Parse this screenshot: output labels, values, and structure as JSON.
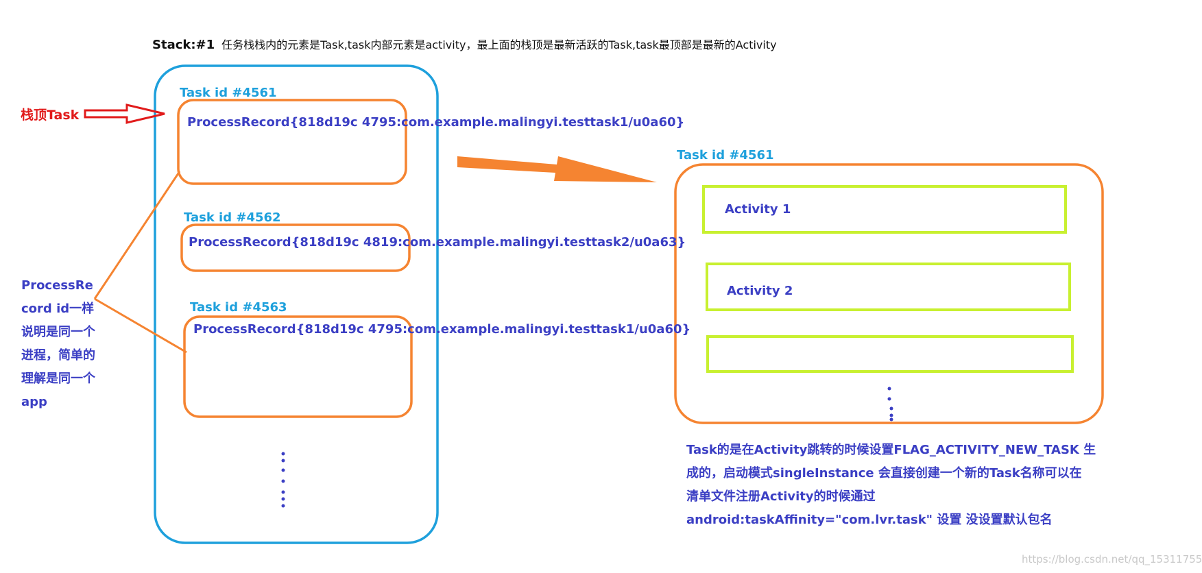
{
  "header": {
    "stack_label": "Stack:#1",
    "description": "任务栈栈内的元素是Task,task内部元素是activity，最上面的栈顶是最新活跃的Task,task最顶部是最新的Activity"
  },
  "left_stack": {
    "top_task_label": "栈顶Task",
    "tasks": [
      {
        "label": "Task id #4561",
        "record": "ProcessRecord{818d19c 4795:com.example.malingyi.testtask1/u0a60}"
      },
      {
        "label": "Task id #4562",
        "record": "ProcessRecord{818d19c 4819:com.example.malingyi.testtask2/u0a63}"
      },
      {
        "label": "Task id #4563",
        "record": "ProcessRecord{818d19c 4795:com.example.malingyi.testtask1/u0a60}"
      }
    ],
    "side_note": "ProcessRecord id一样说明是同一个进程，简单的理解是同一个app"
  },
  "right_task": {
    "label": "Task id #4561",
    "activities": [
      "Activity 1",
      "Activity 2",
      ""
    ],
    "note_lines": [
      "Task的是在Activity跳转的时候设置FLAG_ACTIVITY_NEW_TASK 生",
      "成的，启动模式singleInstance 会直接创建一个新的Task名称可以在",
      "清单文件注册Activity的时候通过",
      "android:taskAffinity=\"com.lvr.task\"  设置 没设置默认包名"
    ]
  },
  "watermark": "https://blog.csdn.net/qq_15311755",
  "colors": {
    "stack_border": "#1ea0dc",
    "task_border": "#f58431",
    "activity_border": "#c8f030",
    "text_blue": "#3b3fc4",
    "red": "#e11b1b"
  }
}
